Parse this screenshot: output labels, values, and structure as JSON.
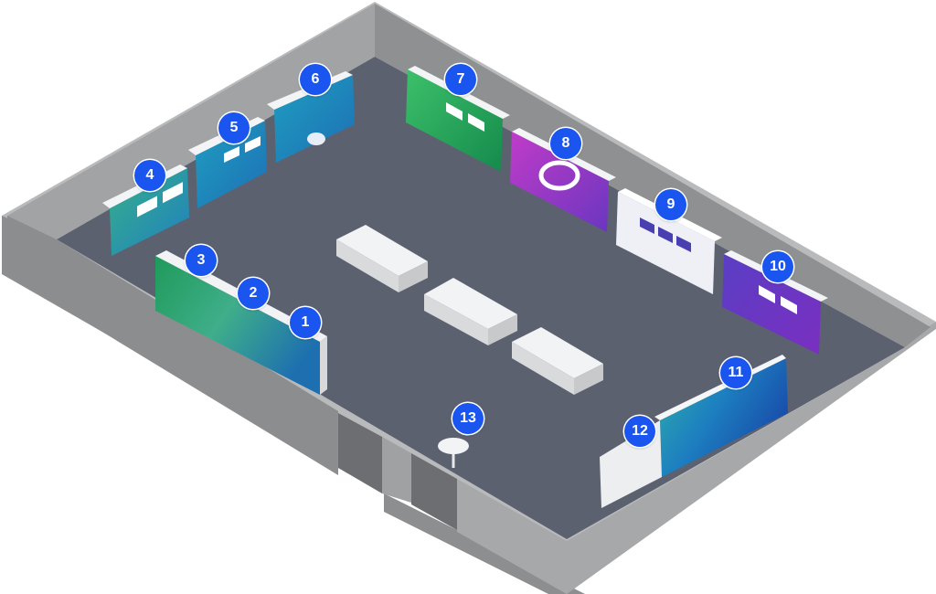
{
  "markers": [
    {
      "id": "booth-1",
      "label": "1"
    },
    {
      "id": "booth-2",
      "label": "2"
    },
    {
      "id": "booth-3",
      "label": "3"
    },
    {
      "id": "booth-4",
      "label": "4"
    },
    {
      "id": "booth-5",
      "label": "5"
    },
    {
      "id": "booth-6",
      "label": "6"
    },
    {
      "id": "booth-7",
      "label": "7"
    },
    {
      "id": "booth-8",
      "label": "8"
    },
    {
      "id": "booth-9",
      "label": "9"
    },
    {
      "id": "booth-10",
      "label": "10"
    },
    {
      "id": "booth-11",
      "label": "11"
    },
    {
      "id": "booth-12",
      "label": "12"
    },
    {
      "id": "booth-13",
      "label": "13"
    }
  ],
  "colors": {
    "marker": "#1a55f0",
    "floor": "#5c6170",
    "wall": "#9a9b9d",
    "booth_green": "#2aa35a",
    "booth_teal": "#1f8fb8",
    "booth_purple": "#8a3cc8",
    "booth_violet": "#6b3fc4",
    "booth_white": "#eef0f6"
  }
}
